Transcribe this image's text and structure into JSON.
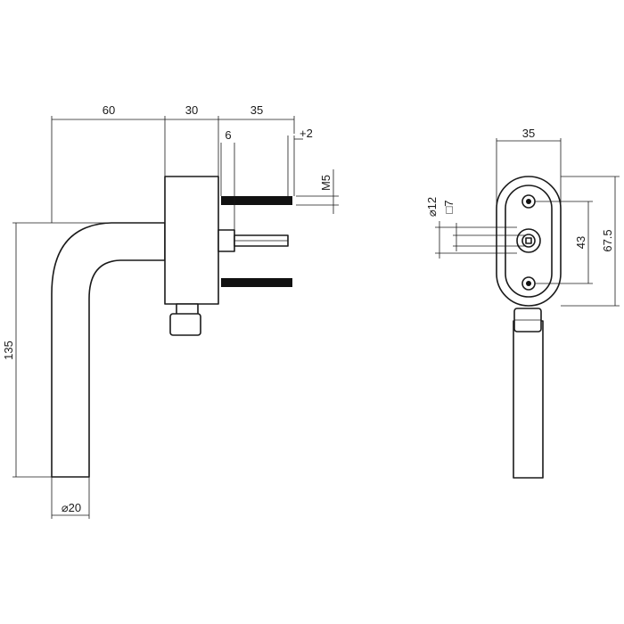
{
  "side_view": {
    "dim_top_left": "60",
    "dim_top_mid": "30",
    "dim_top_right": "35",
    "dim_spindle": "6",
    "dim_plus": "+2",
    "dim_thread": "M5",
    "dim_height": "135",
    "dim_diameter": "⌀20"
  },
  "front_view": {
    "dim_width": "35",
    "dim_hole": "⌀12",
    "dim_square": "□7",
    "dim_bolt_spacing": "43",
    "dim_plate_height": "67.5"
  }
}
